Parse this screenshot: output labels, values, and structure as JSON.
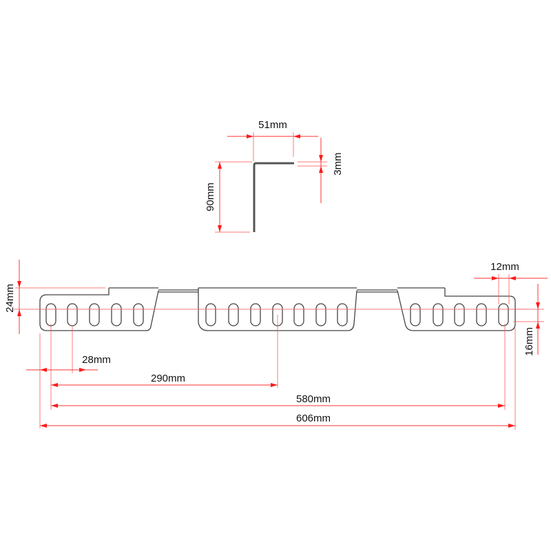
{
  "drawing": {
    "profile": {
      "flange_width": "51mm",
      "thickness": "3mm",
      "height": "90mm"
    },
    "bracket": {
      "plate_height": "24mm",
      "slot_width": "12mm",
      "slot_height": "16mm",
      "slot_pitch": "28mm",
      "center_spacing": "290mm",
      "outer_slot_spacing": "580mm",
      "overall_length": "606mm"
    },
    "colors": {
      "dimension": "#ff3030",
      "part": "#444444"
    }
  }
}
